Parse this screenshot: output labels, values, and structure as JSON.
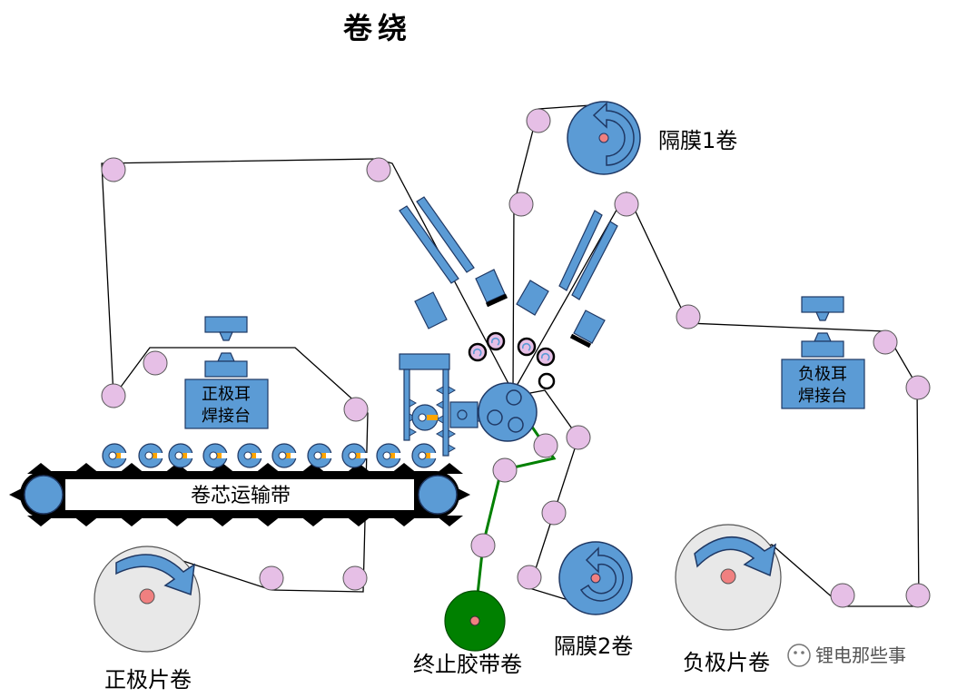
{
  "title": "卷绕",
  "labels": {
    "separator1": "隔膜1卷",
    "separator2": "隔膜2卷",
    "positive_roll": "正极片卷",
    "negative_roll": "负极片卷",
    "tape_roll": "终止胶带卷",
    "conveyor": "卷芯运输带",
    "positive_tab_station_line1": "正极耳",
    "positive_tab_station_line2": "焊接台",
    "negative_tab_station_line1": "负极耳",
    "negative_tab_station_line2": "焊接台"
  },
  "watermark": "锂电那些事",
  "colors": {
    "component_blue": "#5b9bd5",
    "outline": "#1f3864",
    "roller_pink": "#e6bfe6",
    "roll_gray": "#e8e8e8",
    "tape_green": "#008000",
    "center_red": "#f08080",
    "belt_black": "#000000"
  }
}
